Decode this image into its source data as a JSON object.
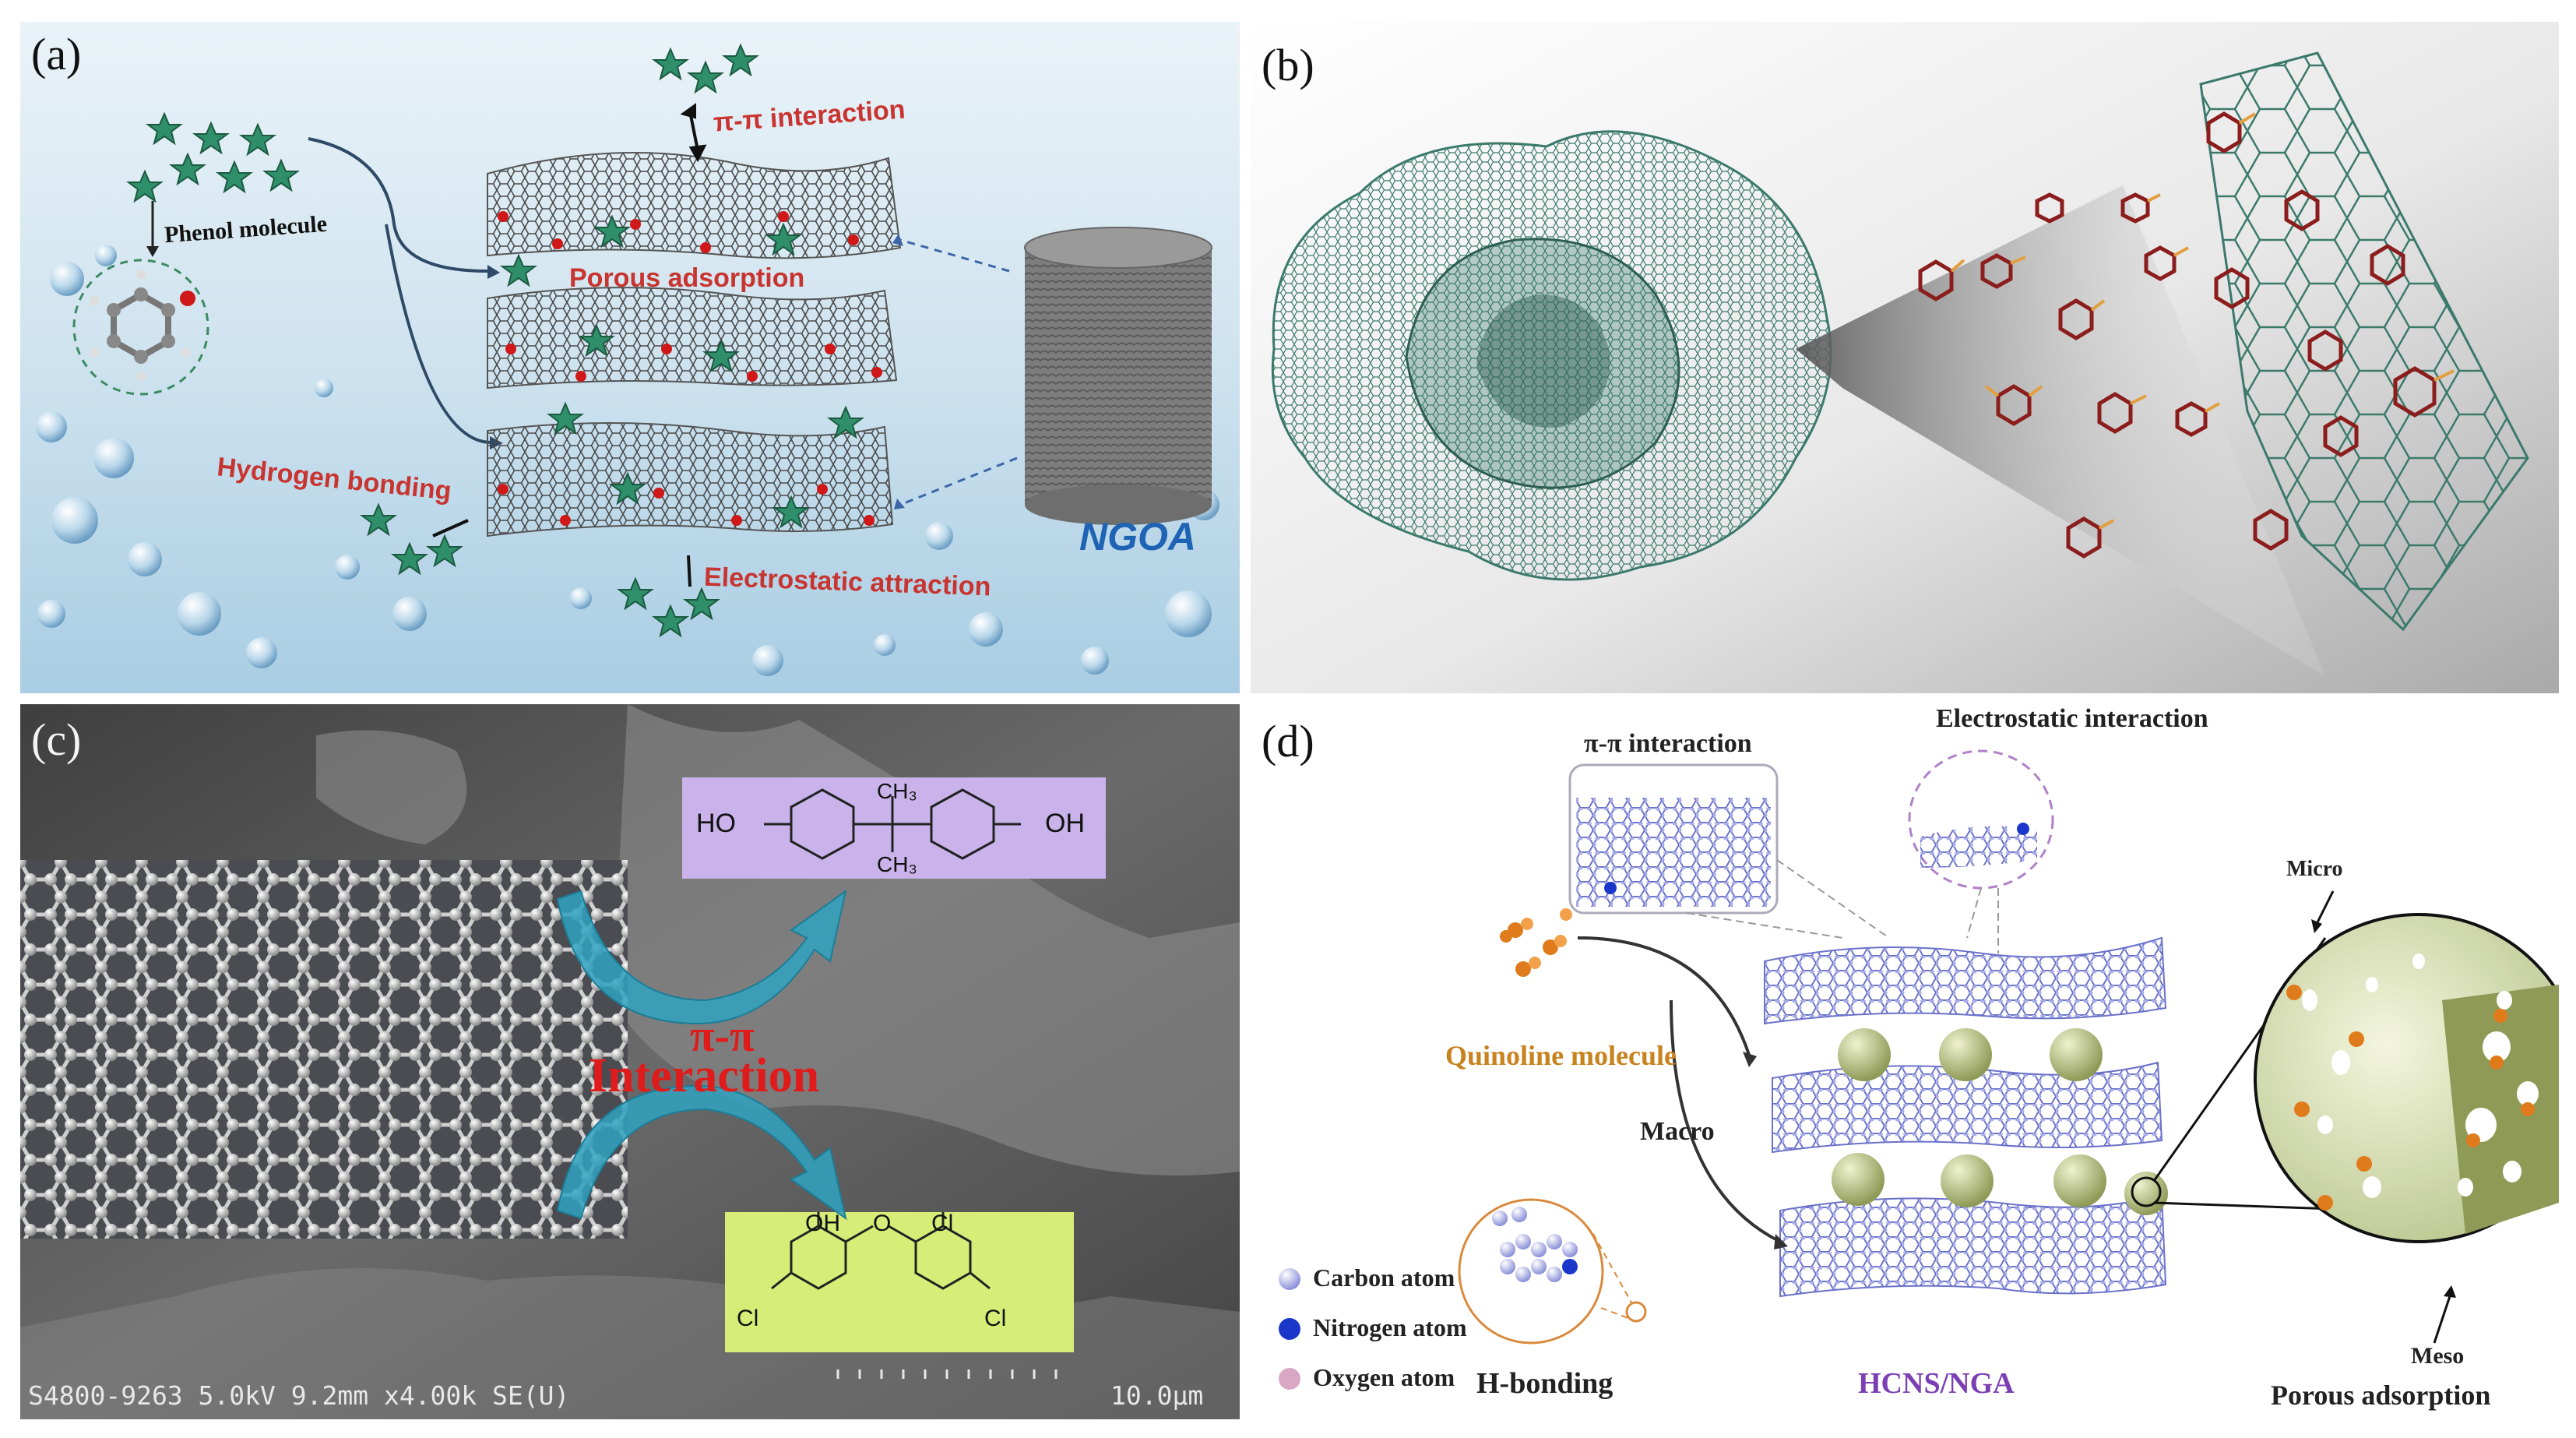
{
  "panels": {
    "a": {
      "label": "(a)",
      "phenol_label": "Phenol molecule",
      "pi_pi": "π-π interaction",
      "porous": "Porous adsorption",
      "hbond": "Hydrogen bonding",
      "electrostatic": "Electrostatic attraction",
      "ngoa": "NGOA"
    },
    "b": {
      "label": "(b)"
    },
    "c": {
      "label": "(c)",
      "pi_pi": "π-π",
      "interaction": "Interaction",
      "ho": "HO",
      "oh": "OH",
      "ch3_top": "CH₃",
      "ch3_bottom": "CH₃",
      "oh_top": "OH",
      "o_bridge": "O",
      "cl_1": "Cl",
      "cl_2": "Cl",
      "cl_3": "Cl",
      "sem_info": "S4800-9263 5.0kV 9.2mm x4.00k SE(U)",
      "scale": "10.0μm"
    },
    "d": {
      "label": "(d)",
      "pi_pi": "π-π interaction",
      "electrostatic": "Electrostatic interaction",
      "quinoline": "Quinoline molecule",
      "macro": "Macro",
      "micro": "Micro",
      "meso": "Meso",
      "porous": "Porous adsorption",
      "hbond": "H-bonding",
      "hcns": "HCNS/NGA",
      "legend": [
        {
          "label": "Carbon atom",
          "color": "#a9aee6"
        },
        {
          "label": "Nitrogen atom",
          "color": "#1b37c9"
        },
        {
          "label": "Oxygen atom",
          "color": "#d9a7c3"
        }
      ]
    }
  },
  "colors": {
    "a_bg": "#cfe3ef",
    "star": "#2f8f6a",
    "red_text": "#c8342f",
    "ngoa_blue": "#1f64b4",
    "mesh_green": "#3b7a6b",
    "molecule_red": "#8b1d1d",
    "sem_gray": "#5e5e5e",
    "purple_box": "#c9b3ea",
    "green_box": "#d8ec78",
    "arrow_teal": "#2fa2c0",
    "hcns_purple": "#7b3fb3",
    "quinoline_orange": "#c8821e"
  }
}
